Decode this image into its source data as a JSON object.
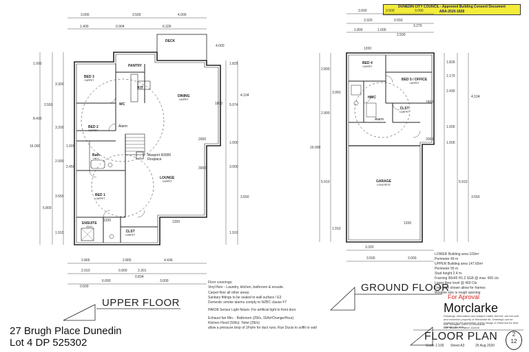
{
  "stamp": {
    "council": "DUNEDIN CITY COUNCIL - Approved Building Consent Document",
    "ref": "ABA-2020-1828"
  },
  "upper": {
    "title": "UPPER FLOOR",
    "rooms": {
      "deck": "DECK",
      "pantry": "PANTRY",
      "bed3": "BED 3",
      "bed3_floor": "CARPET",
      "kit": "KIT",
      "dining": "DINING",
      "dining_floor": "CARPET",
      "wc": "WC",
      "alarm": "Alarm",
      "bed2": "BED 2",
      "bed2_floor": "CARPET",
      "bath": "Bath",
      "bath_floor": "VINYL",
      "fire1": "Masport R3000",
      "fire2": "Fireplace",
      "lounge": "LOUNGE",
      "lounge_floor": "CARPET",
      "bed1": "BED 1",
      "bed1_floor": "CARPET",
      "ensuite": "ENSUITE",
      "ensuite_floor": "VINYL",
      "clst": "CLST",
      "clst_floor": "CARPET"
    },
    "dims_top": [
      "3.000",
      "3.500",
      "4.000"
    ],
    "dims_top2": [
      "1.400",
      "0.904",
      "6.326"
    ],
    "dims_left": [
      "1.000",
      "3.300",
      "8.400",
      "3.200",
      "2.000",
      "3.550",
      "1.910"
    ],
    "dims_left2": [
      "2.550",
      "5.800",
      "16.000",
      "1.000",
      "2.450"
    ],
    "dims_right": [
      "4.000",
      "1.825",
      "5.074",
      "1.000",
      "3.000",
      "1.910",
      "4.104",
      "3.550"
    ],
    "dims_bottom": [
      "2.865",
      "2.865",
      "4.436",
      "2.910",
      "0.900",
      "2.301",
      "0.834",
      "6.000",
      "3.000",
      "0.500"
    ],
    "openings": [
      "1200",
      "1800",
      "2000",
      "3000",
      "1200"
    ]
  },
  "ground": {
    "title": "GROUND FLOOR",
    "rooms": {
      "bed4": "BED 4",
      "bed4_floor": "CARPET",
      "bed5": "BED 5 / OFFICE",
      "bed5_floor": "CARPET",
      "clst": "CLST",
      "clst_floor": "CARPET",
      "alarm": "Alarm",
      "hwc": "HWC",
      "garage": "GARAGE",
      "garage_floor": "CONCRETE"
    },
    "dims_top": [
      "3.000",
      "3.500",
      "3.000"
    ],
    "dims_top2": [
      "3.320",
      "0.550",
      "3.270"
    ],
    "dims_top3": [
      "1.800",
      "1.000",
      "2.500"
    ],
    "dims_left": [
      "2.800",
      "3.950",
      "2.900",
      "16.000",
      "5.910",
      "1.910"
    ],
    "dims_right": [
      "1.826",
      "1.170",
      "2.430",
      "4.104",
      "1.000",
      "1.000",
      "5.910",
      "3.550"
    ],
    "dims_bottom": [
      "3.320",
      "3.500",
      "3.000"
    ],
    "openings": [
      "1200",
      "1800",
      "2000",
      "1200"
    ]
  },
  "notes": [
    "Floor coverings:",
    "Vinyl floor - Laundry, kitchen, bathroom & ensuite.",
    "Carpet floor all other areas.",
    "Sanitary fittings to be sealed to wall surface / E3",
    "Domestic smoke alarms comply to NZBC clause F7",
    "PAR38 Sensor Light fixture. For artificial light to front door",
    "Exhaust fan Min. - Bathroom (25l/s, 15Air/Change/Hour)",
    "Kitchen Hood (50l/s): Toilet (25l/s)",
    "allow a pressure drop of 1Pa/m for duct runs. Run Ducts to soffit or wall"
  ],
  "info": [
    "LOWER Building area 103m²",
    "Perimeter 49 m",
    "UPPER Building area 147.65m²",
    "Perimeter 55 m",
    "Stud height 2.4 m",
    "Framing 90x45 H1.2 SG8 @ max. 600 cts",
    "Lower floor level @ 400 Cts",
    "Door size shown allow for frames",
    "Window size is rough opening"
  ],
  "approval": "For Aproval",
  "brand": "Morclarke",
  "brand_note": "Drawings, information and subject matter thereof, are the sole and exclusive property of Morclarke ltd. Drawings can be produced by the purchaser of this design & reference for their internal use only.",
  "designer": "LBP Designer 102973 LMorclarke",
  "builder": "LBP Builder H Parker 111026",
  "address_line1": "27 Brugh Place Dunedin",
  "address_line2": "Lot 4 DP 525302",
  "plan_title": "FLOOR PLAN",
  "scale": "Scale 1:100",
  "sheet_size": "Sheet A3",
  "date": "25 Aug 2020",
  "sheet_no": "2",
  "sheet_total": "12"
}
